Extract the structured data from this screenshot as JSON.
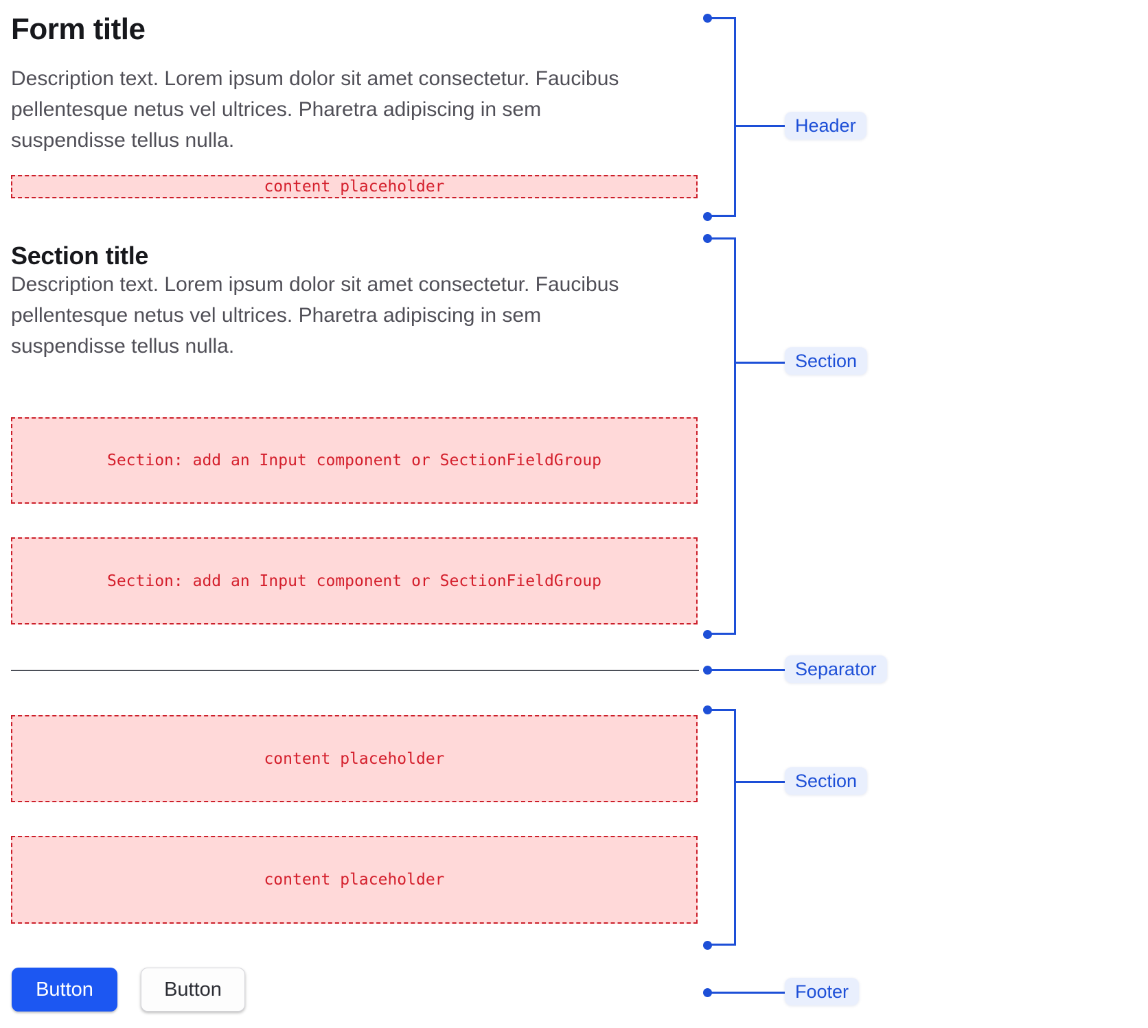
{
  "page": {
    "form_title": "Form title",
    "form_description": "Description text. Lorem ipsum dolor sit amet consectetur. Faucibus pellentesque netus vel ultrices. Pharetra adipiscing in sem suspendisse tellus nulla.",
    "section_title": "Section title",
    "section_description": "Description text. Lorem ipsum dolor sit amet consectetur. Faucibus pellentesque netus vel ultrices. Pharetra adipiscing in sem suspendisse tellus nulla."
  },
  "placeholders": {
    "header_content": "content placeholder",
    "section_input_1": "Section: add an Input component or SectionFieldGroup",
    "section_input_2": "Section: add an Input component or SectionFieldGroup",
    "content_1": "content placeholder",
    "content_2": "content placeholder"
  },
  "footer": {
    "primary_button_label": "Button",
    "secondary_button_label": "Button"
  },
  "annotations": {
    "header": "Header",
    "section_top": "Section",
    "separator": "Separator",
    "section_bottom": "Section",
    "footer": "Footer"
  },
  "colors": {
    "annotation_blue": "#1d4fd7",
    "annotation_pill_bg": "#e9effd",
    "primary_button_blue": "#1c57f2",
    "placeholder_text_red": "#d41f2c",
    "placeholder_border_red": "#cc1f2a",
    "placeholder_bg_pink": "#ffd9d9",
    "separator_gray": "#4b4f58",
    "title_color": "#17181c",
    "description_gray": "#504f57"
  }
}
